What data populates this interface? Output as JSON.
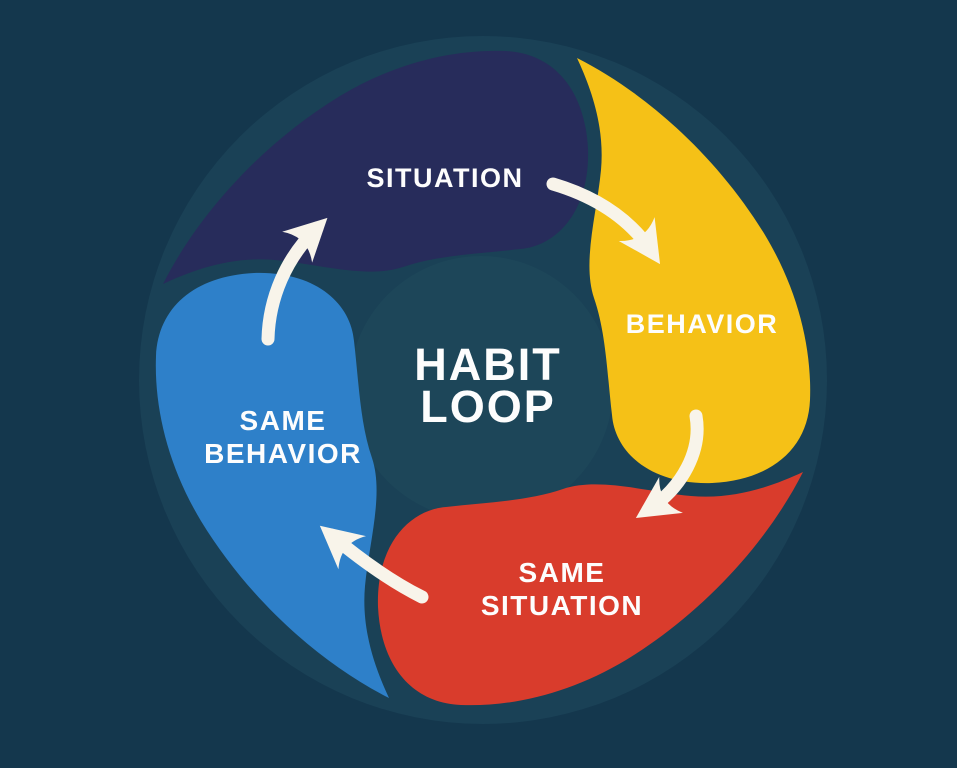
{
  "diagram": {
    "title": "Habit Loop cycle diagram",
    "type": "cycle",
    "center": {
      "line1": "HABIT",
      "line2": "LOOP"
    },
    "segments": [
      {
        "id": "situation",
        "label": "SITUATION",
        "color": "#272c5b",
        "position": "top"
      },
      {
        "id": "behavior",
        "label": "BEHAVIOR",
        "color": "#f5c117",
        "position": "right"
      },
      {
        "id": "same-situation",
        "label": "SAME SITUATION",
        "line1": "SAME",
        "line2": "SITUATION",
        "color": "#d93c2c",
        "position": "bottom"
      },
      {
        "id": "same-behavior",
        "label": "SAME BEHAVIOR",
        "line1": "SAME",
        "line2": "BEHAVIOR",
        "color": "#2e80c9",
        "position": "left"
      }
    ],
    "arrows": [
      {
        "from": "SITUATION",
        "to": "BEHAVIOR",
        "direction": "clockwise"
      },
      {
        "from": "BEHAVIOR",
        "to": "SAME SITUATION",
        "direction": "clockwise"
      },
      {
        "from": "SAME SITUATION",
        "to": "SAME BEHAVIOR",
        "direction": "clockwise"
      },
      {
        "from": "SAME BEHAVIOR",
        "to": "SITUATION",
        "direction": "clockwise"
      }
    ],
    "colors": {
      "background": "#14374d",
      "halo": "#1a4156",
      "center_circle": "#1d4659",
      "arrow": "#f8f4ea",
      "text": "#fdfdfd"
    }
  }
}
